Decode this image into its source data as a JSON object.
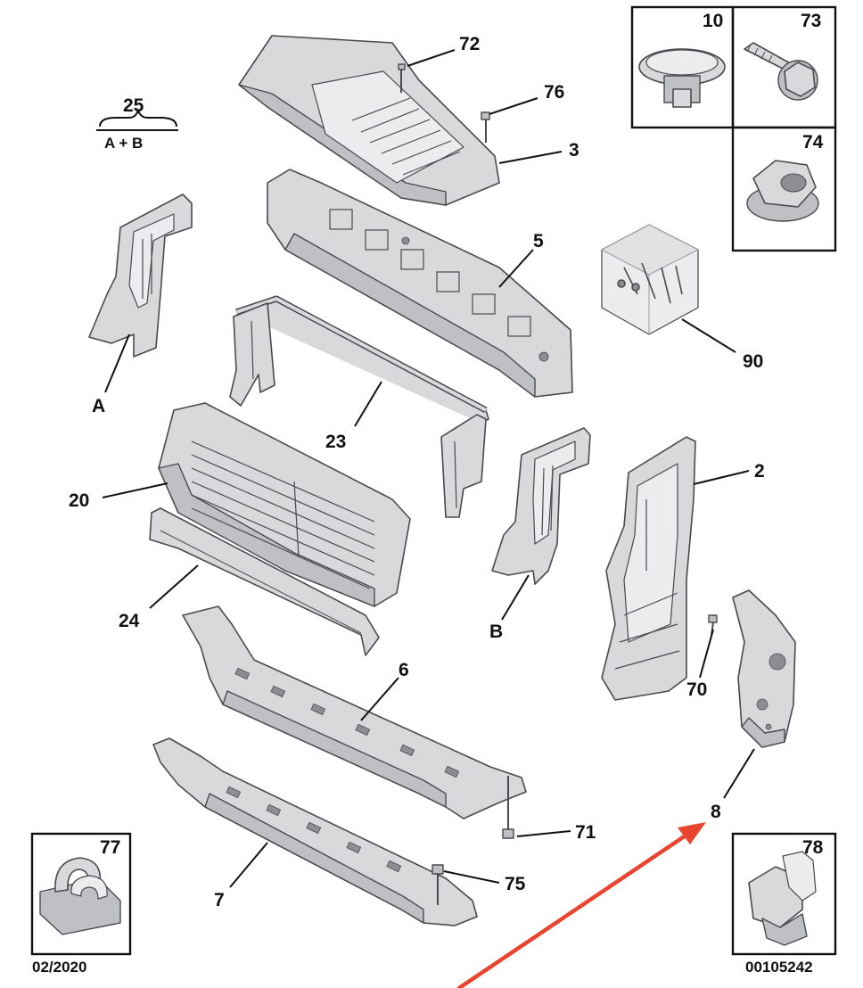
{
  "diagram": {
    "labels": {
      "p25": "25",
      "p25_sub": "A + B",
      "p72": "72",
      "p76": "76",
      "p3": "3",
      "p5": "5",
      "pA": "A",
      "p23": "23",
      "p20": "20",
      "p24": "24",
      "pB": "B",
      "p2": "2",
      "p70": "70",
      "p6": "6",
      "p8": "8",
      "p71": "71",
      "p7": "7",
      "p75": "75",
      "p90": "90"
    },
    "boxes": {
      "b10": "10",
      "b73": "73",
      "b74": "74",
      "b77": "77",
      "b78": "78"
    },
    "footer": {
      "date": "02/2020",
      "ref": "00105242"
    },
    "colors": {
      "part_fill": "#d9d9dc",
      "outline": "#4a4a4e",
      "arrow": "#e8442e"
    }
  }
}
